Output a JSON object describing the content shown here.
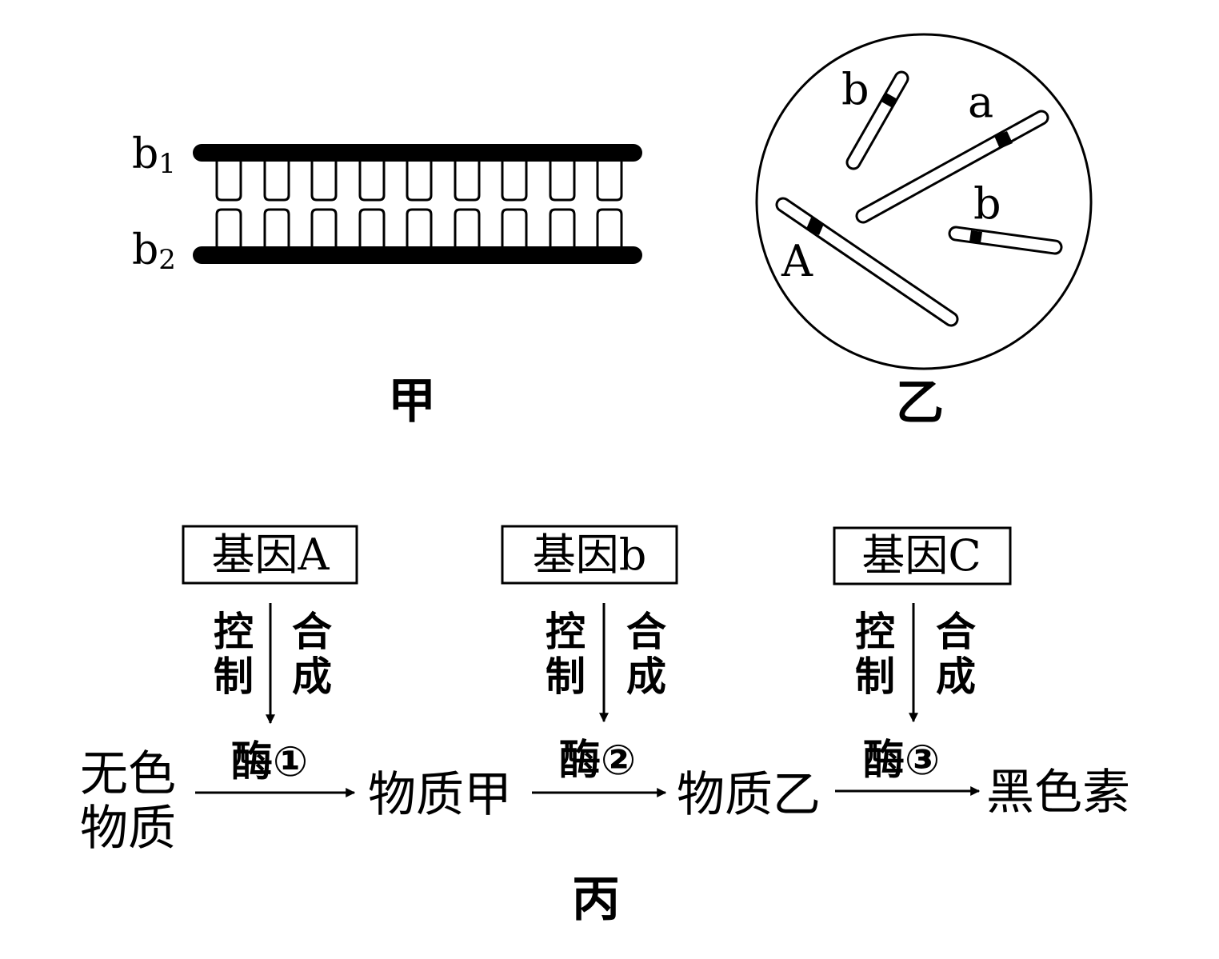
{
  "figure_jia": {
    "caption": "甲",
    "strand_top_label": "b",
    "strand_top_sub": "1",
    "strand_bottom_label": "b",
    "strand_bottom_sub": "2"
  },
  "figure_yi": {
    "caption": "乙",
    "chromosome_labels": [
      "b",
      "a",
      "b",
      "A"
    ]
  },
  "figure_bing": {
    "caption": "丙",
    "genes": [
      {
        "label": "基因A",
        "verb_left": [
          "控",
          "制"
        ],
        "verb_right": [
          "合",
          "成"
        ],
        "enzyme": "酶①"
      },
      {
        "label": "基因b",
        "verb_left": [
          "控",
          "制"
        ],
        "verb_right": [
          "合",
          "成"
        ],
        "enzyme": "酶②"
      },
      {
        "label": "基因C",
        "verb_left": [
          "控",
          "制"
        ],
        "verb_right": [
          "合",
          "成"
        ],
        "enzyme": "酶③"
      }
    ],
    "substances": {
      "start_line1": "无色",
      "start_line2": "物质",
      "jia": "物质甲",
      "yi": "物质乙",
      "end": "黑色素"
    }
  }
}
